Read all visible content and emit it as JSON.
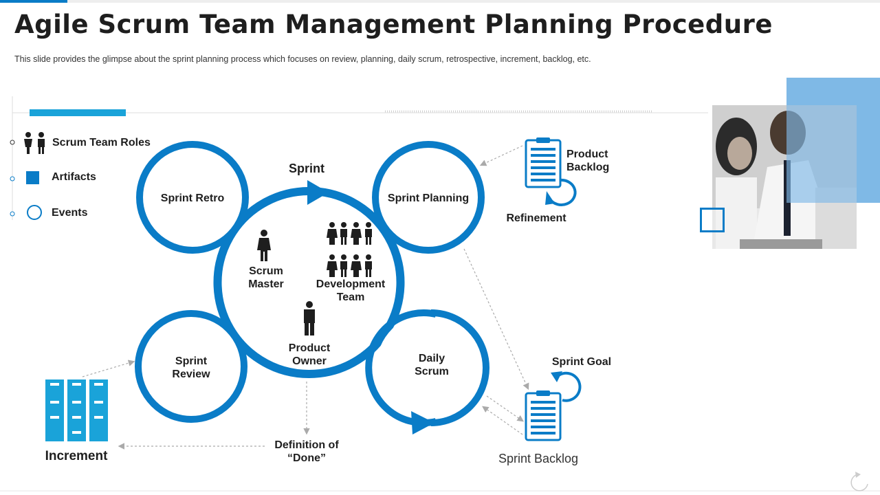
{
  "slide": {
    "title": "Agile Scrum Team Management Planning Procedure",
    "subtitle": "This slide provides  the glimpse about the sprint planning process which focuses on review,  planning, daily scrum, retrospective, increment, backlog, etc."
  },
  "legend": {
    "roles": "Scrum Team Roles",
    "artifacts": "Artifacts",
    "events": "Events"
  },
  "diagram": {
    "sprint": "Sprint",
    "sprint_retro": "Sprint Retro",
    "sprint_planning": "Sprint Planning",
    "sprint_review_1": "Sprint",
    "sprint_review_2": "Review",
    "daily_scrum_1": "Daily",
    "daily_scrum_2": "Scrum",
    "scrum_master_1": "Scrum",
    "scrum_master_2": "Master",
    "dev_team_1": "Development",
    "dev_team_2": "Team",
    "product_owner_1": "Product",
    "product_owner_2": "Owner",
    "product_backlog_1": "Product",
    "product_backlog_2": "Backlog",
    "refinement": "Refinement",
    "sprint_goal": "Sprint Goal",
    "sprint_backlog": "Sprint Backlog",
    "increment": "Increment",
    "dod_1": "Definition of",
    "dod_2": "“Done”"
  },
  "colors": {
    "accent": "#0a7cc7",
    "accent_light": "#7fb9e6",
    "cyan_bar": "#1aa3d9",
    "text": "#1e1e1e"
  }
}
